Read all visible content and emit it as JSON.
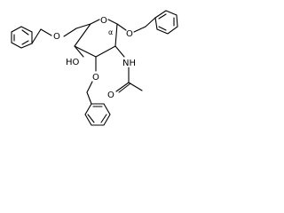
{
  "molecule": {
    "atoms": {
      "ring_oxygen": "O",
      "anomeric_oxygen": "O",
      "ch2_oxygen": "O",
      "hydroxyl": "HO",
      "nh": "NH",
      "carbonyl_oxygen": "O",
      "c3_oxygen": "O",
      "alpha_label": "α"
    }
  }
}
